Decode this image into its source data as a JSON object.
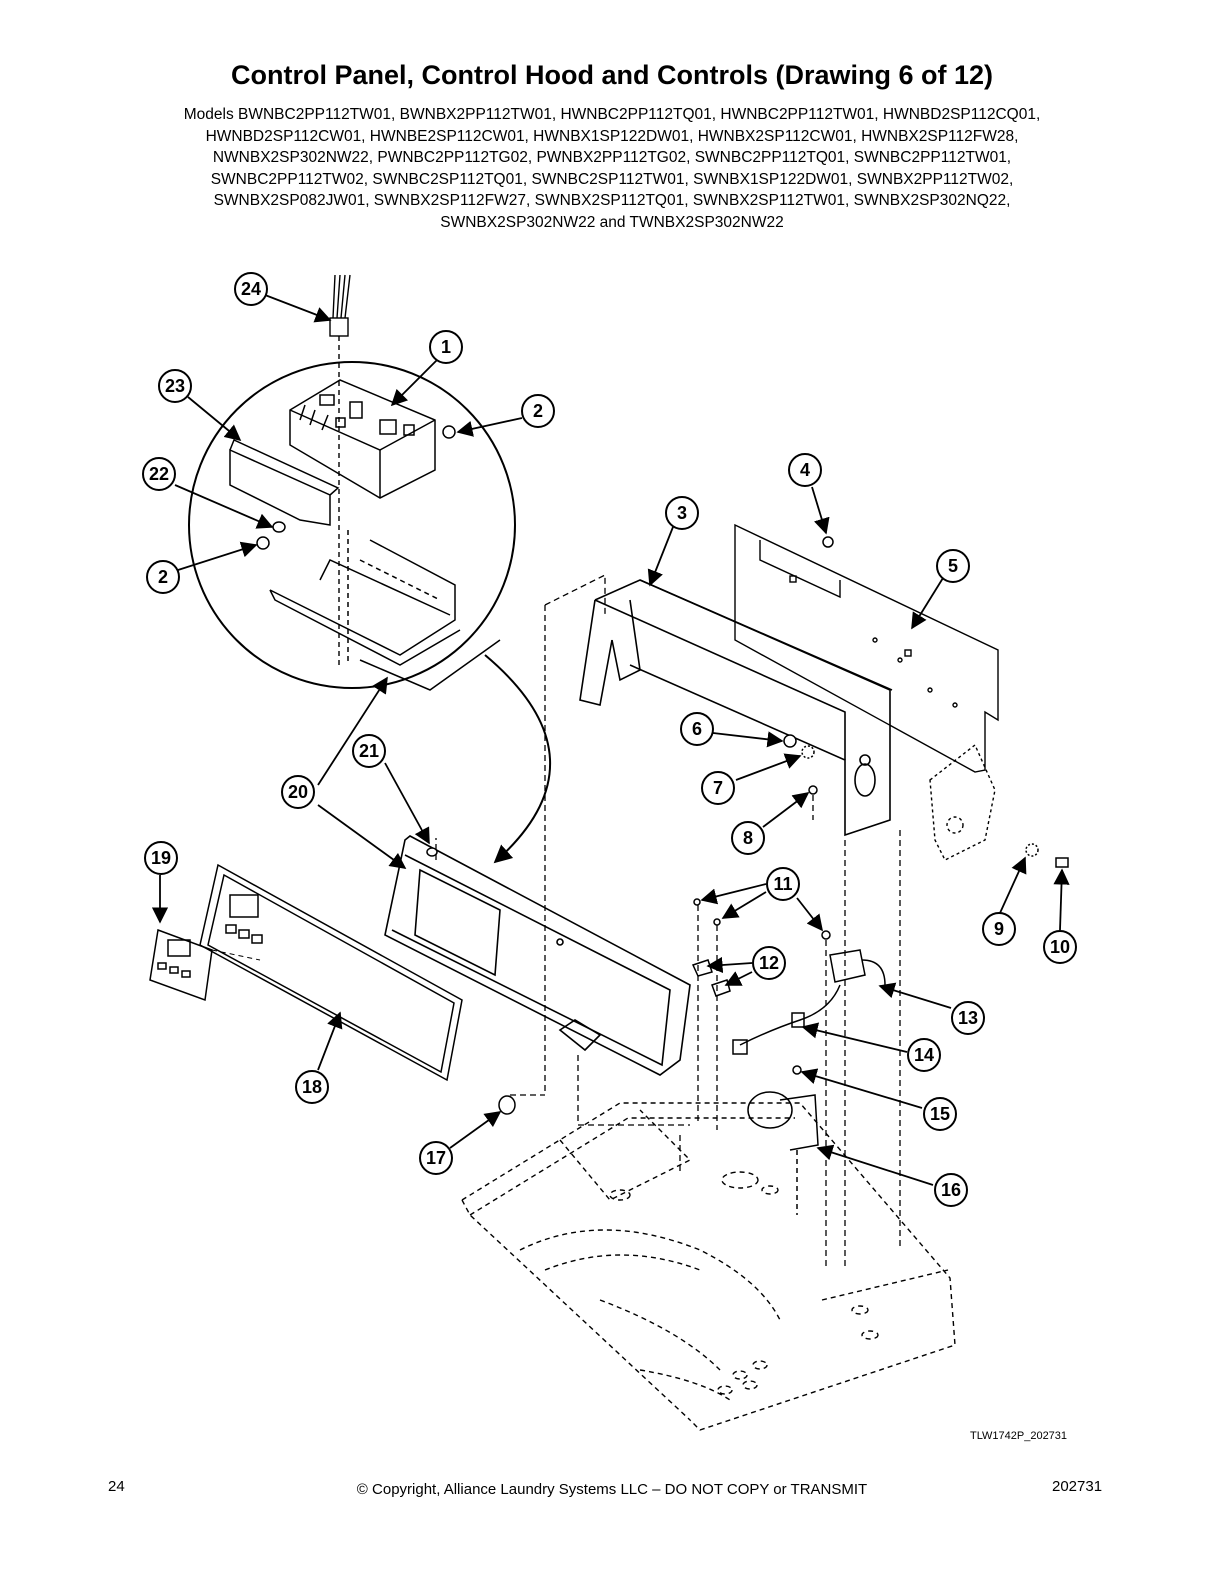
{
  "title": "Control Panel, Control Hood and Controls (Drawing 6 of 12)",
  "models_lines": [
    "Models BWNBC2PP112TW01, BWNBX2PP112TW01, HWNBC2PP112TQ01, HWNBC2PP112TW01, HWNBD2SP112CQ01,",
    "HWNBD2SP112CW01, HWNBE2SP112CW01, HWNBX1SP122DW01, HWNBX2SP112CW01, HWNBX2SP112FW28,",
    "NWNBX2SP302NW22, PWNBC2PP112TG02, PWNBX2PP112TG02, SWNBC2PP112TQ01, SWNBC2PP112TW01,",
    "SWNBC2PP112TW02, SWNBC2SP112TQ01, SWNBC2SP112TW01, SWNBX1SP122DW01, SWNBX2PP112TW02,",
    "SWNBX2SP082JW01, SWNBX2SP112FW27, SWNBX2SP112TQ01, SWNBX2SP112TW01, SWNBX2SP302NQ22,",
    "SWNBX2SP302NW22 and TWNBX2SP302NW22"
  ],
  "callouts": [
    "24",
    "1",
    "23",
    "2",
    "22",
    "2",
    "4",
    "3",
    "5",
    "6",
    "7",
    "8",
    "21",
    "20",
    "19",
    "11",
    "12",
    "13",
    "14",
    "9",
    "10",
    "15",
    "16",
    "18",
    "17"
  ],
  "drawing_id": "TLW1742P_202731",
  "footer": {
    "page_number": "24",
    "copyright": "© Copyright, Alliance Laundry Systems LLC – DO NOT COPY or TRANSMIT",
    "doc_number": "202731"
  }
}
